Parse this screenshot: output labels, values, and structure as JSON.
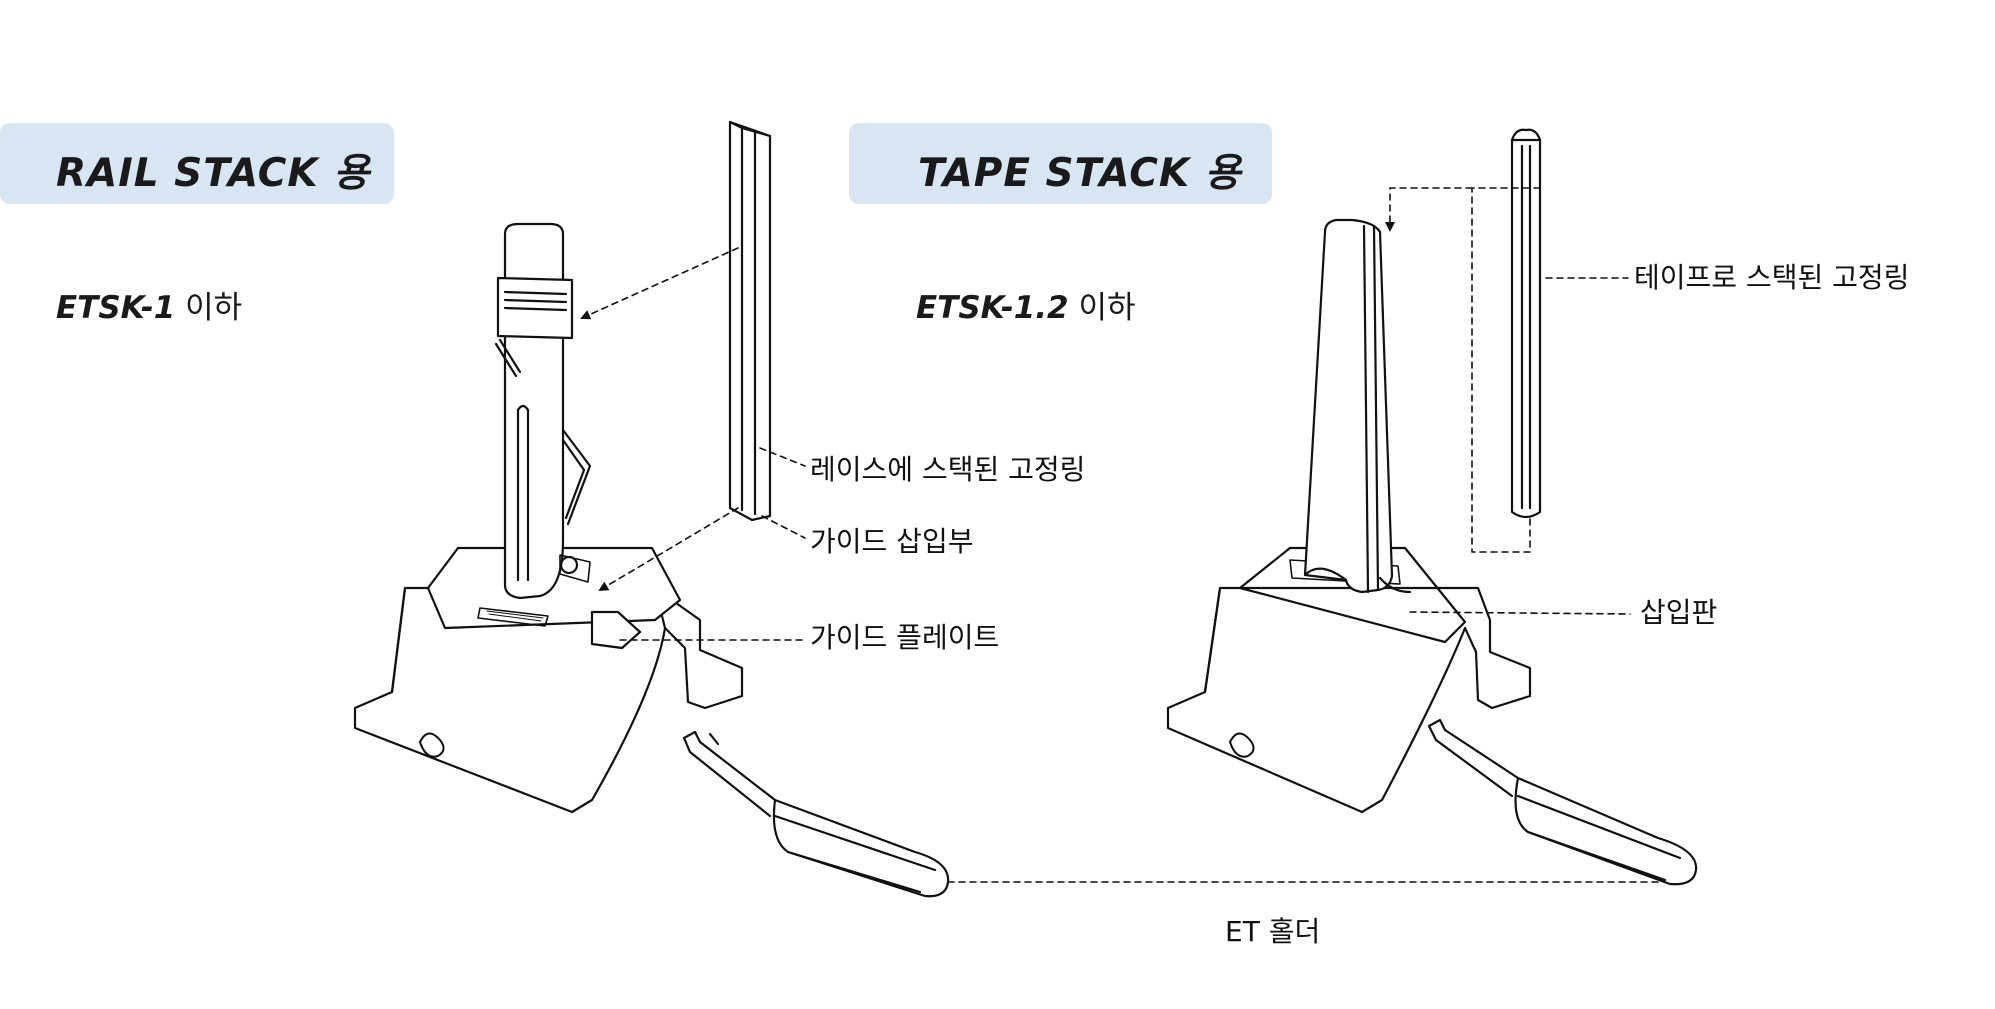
{
  "sections": [
    {
      "title": "RAIL STACK 용",
      "model_code": "ETSK-1",
      "model_suffix": " 이하"
    },
    {
      "title": "TAPE STACK 용",
      "model_code": "ETSK-1.2",
      "model_suffix": " 이하"
    }
  ],
  "callouts": {
    "rail_ring": "레이스에 스택된 고정링",
    "guide_insert": "가이드 삽입부",
    "guide_plate": "가이드 플레이트",
    "tape_ring": "테이프로 스택된 고정링",
    "insert_plate": "삽입판",
    "et_holder": "ET 홀더"
  },
  "colors": {
    "badge_bg": "#d7e6f2",
    "line": "#111111"
  }
}
